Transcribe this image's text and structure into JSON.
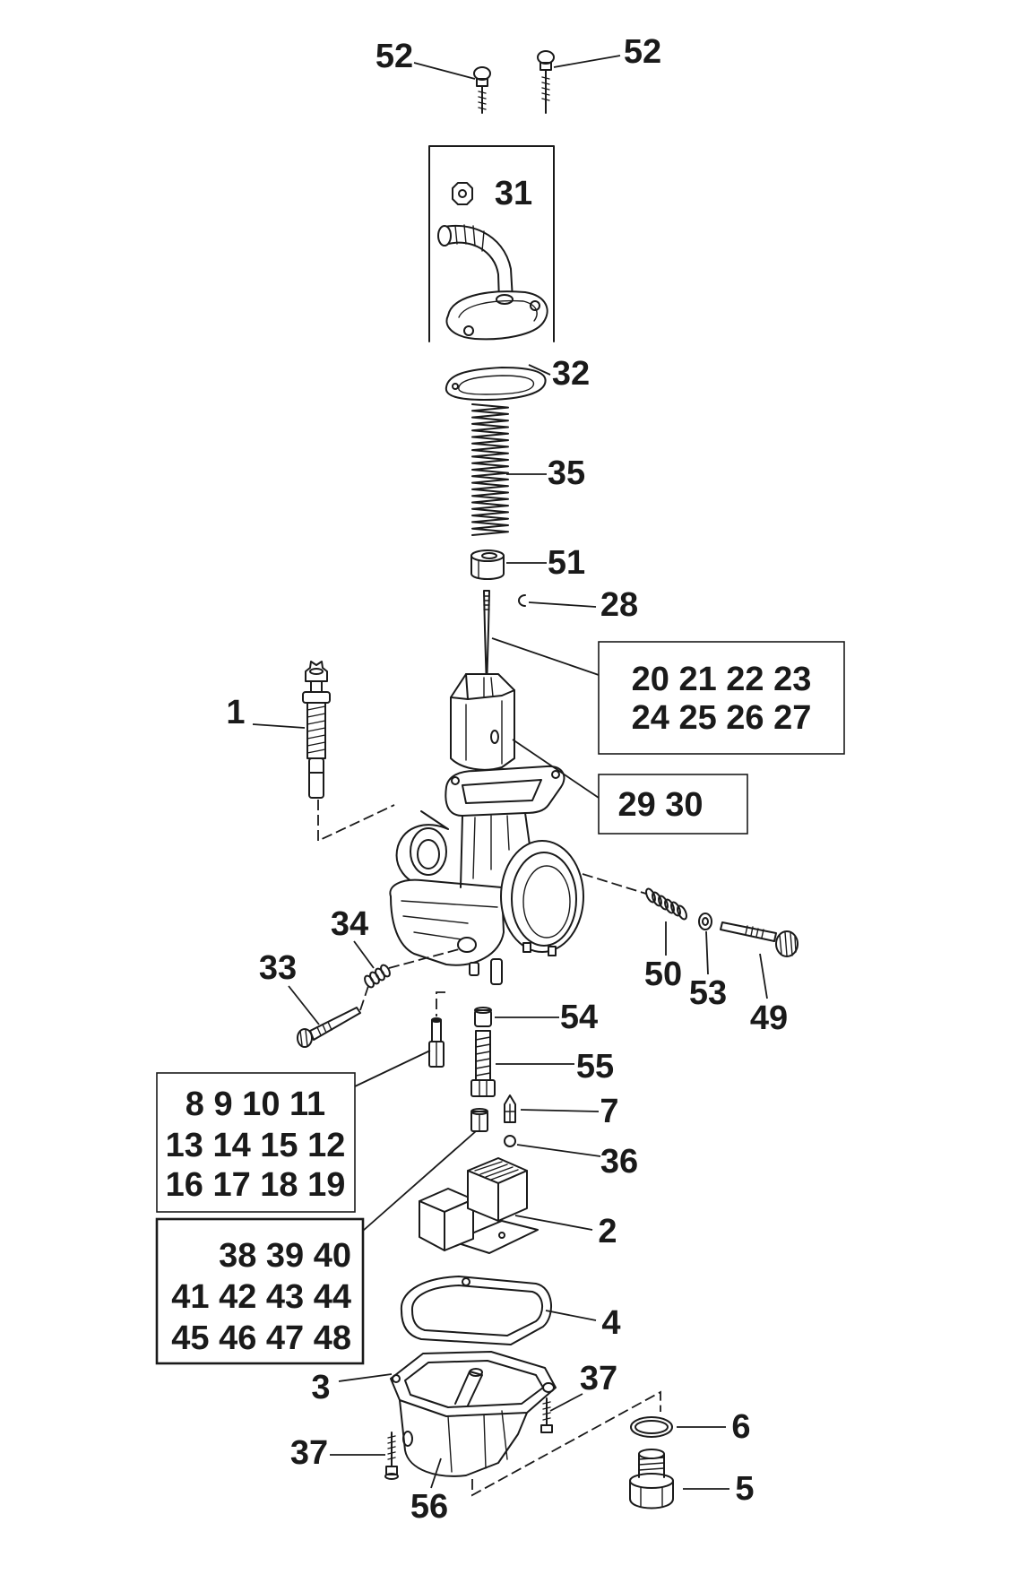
{
  "colors": {
    "ink": "#1a1a1a",
    "paper": "#ffffff"
  },
  "callouts": {
    "top_screw_left": "52",
    "top_screw_right": "52",
    "cap_nut": "31",
    "cap_gasket": "32",
    "slide_spring": "35",
    "spring_seat": "51",
    "needle_clip": "28",
    "idle_screw": "1",
    "small_spring": "34",
    "side_screw": "33",
    "air_spring": "50",
    "air_washer": "53",
    "air_screw": "49",
    "jet_holder": "54",
    "needle_jet": "55",
    "float_valve": "7",
    "valve_clip": "36",
    "float": "2",
    "bowl_gasket": "4",
    "float_bowl": "3",
    "bowl_screw_right": "37",
    "o_ring": "6",
    "bowl_screw_left": "37",
    "drain_plug": "5",
    "bowl_body": "56"
  },
  "boxes": {
    "needle_set": [
      "20 21 22 23",
      "24 25 26 27"
    ],
    "slide_set": [
      "29 30"
    ],
    "pilot_jet_set": [
      "8 9 10 11",
      "13 14 15 12",
      "16 17 18 19"
    ],
    "main_jet_set": [
      "38 39 40",
      "41 42 43 44",
      "45 46 47 48"
    ]
  }
}
